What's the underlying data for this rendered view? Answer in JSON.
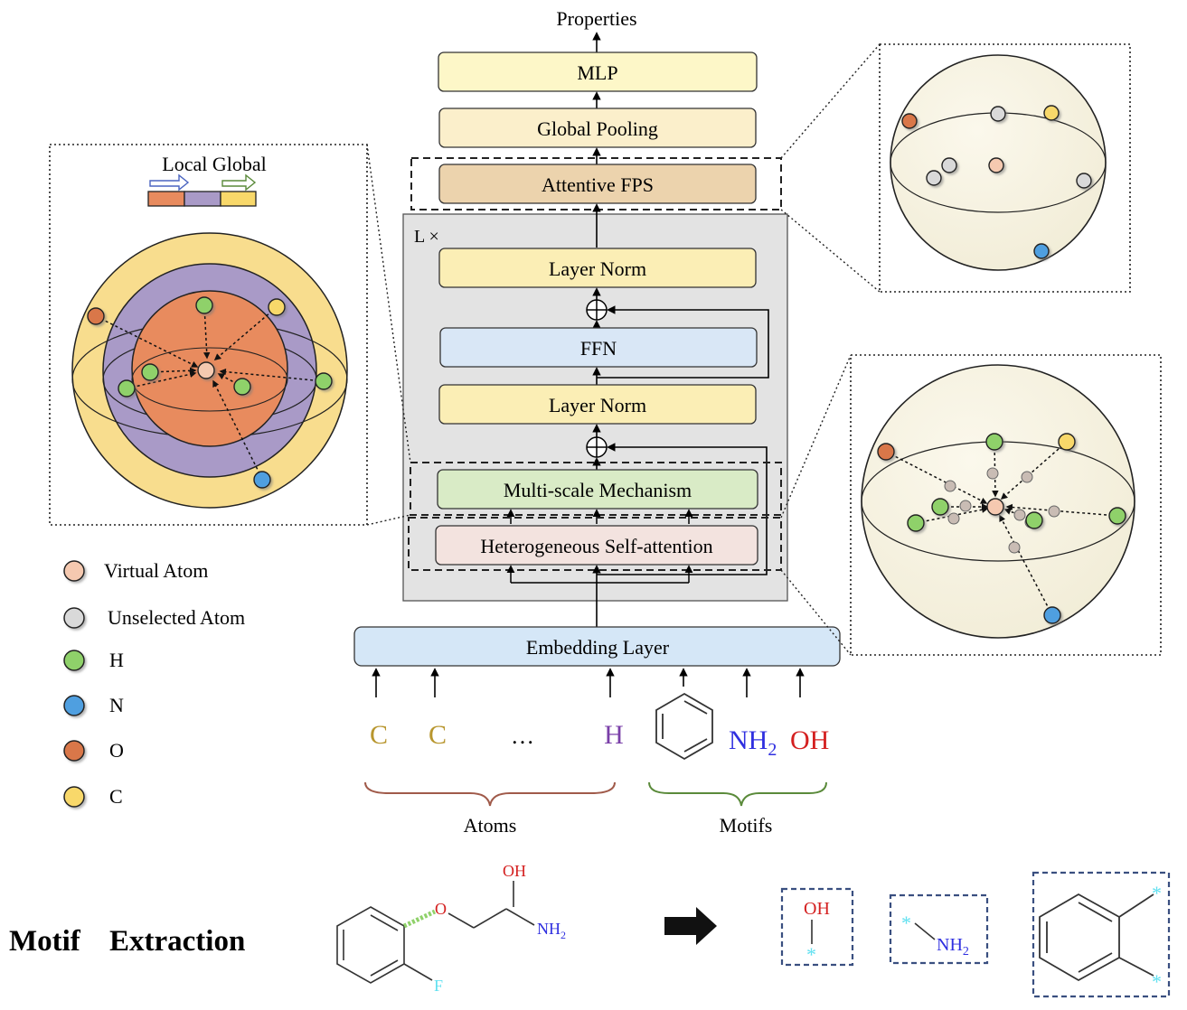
{
  "title_top": "Properties",
  "stack": {
    "mlp": "MLP",
    "global_pooling": "Global Pooling",
    "attentive_fps": "Attentive FPS",
    "repeat_label": "L ×",
    "layer_norm_top": "Layer Norm",
    "ffn": "FFN",
    "layer_norm_bottom": "Layer Norm",
    "multiscale": "Multi-scale Mechanism",
    "hetero_attention": "Heterogeneous Self-attention",
    "embedding": "Embedding Layer"
  },
  "inputs": {
    "atom_c1": "C",
    "atom_c2": "C",
    "ellipsis": "…",
    "atom_h": "H",
    "nh2_base": "NH",
    "nh2_sub": "2",
    "oh": "OH",
    "atoms_label": "Atoms",
    "motifs_label": "Motifs"
  },
  "local_global": {
    "label": "Local Global"
  },
  "legend": [
    {
      "label": "Virtual Atom",
      "color": "#f5c9b0"
    },
    {
      "label": "Unselected Atom",
      "color": "#d9d9d9"
    },
    {
      "label": "H",
      "color": "#8fd16a"
    },
    {
      "label": "N",
      "color": "#4f9fe0"
    },
    {
      "label": "O",
      "color": "#d9774a"
    },
    {
      "label": "C",
      "color": "#f8d86a"
    }
  ],
  "motif_extraction": {
    "title_a": "Motif",
    "title_b": "Extraction",
    "oh_top": "OH",
    "nh2_base": "NH",
    "nh2_sub": "2",
    "o_atom": "O",
    "f_atom": "F",
    "star": "*"
  },
  "colors": {
    "atom_c_text": "#b8962e",
    "atom_h_text": "#7a3fa8",
    "nh2_text": "#2f2fe0",
    "oh_text": "#d42020",
    "cyan_star": "#5fe0f0",
    "mlp_fill": "#fdf7c8",
    "pool_fill": "#fbefcb",
    "fps_fill": "#ecd3ad",
    "layernorm_fill": "#fbeeb5",
    "ffn_fill": "#d9e7f6",
    "multiscale_fill": "#d9ebc6",
    "hetero_fill": "#f3e3df",
    "embed_fill": "#d5e7f7",
    "transformer_bg": "#e3e3e3"
  }
}
